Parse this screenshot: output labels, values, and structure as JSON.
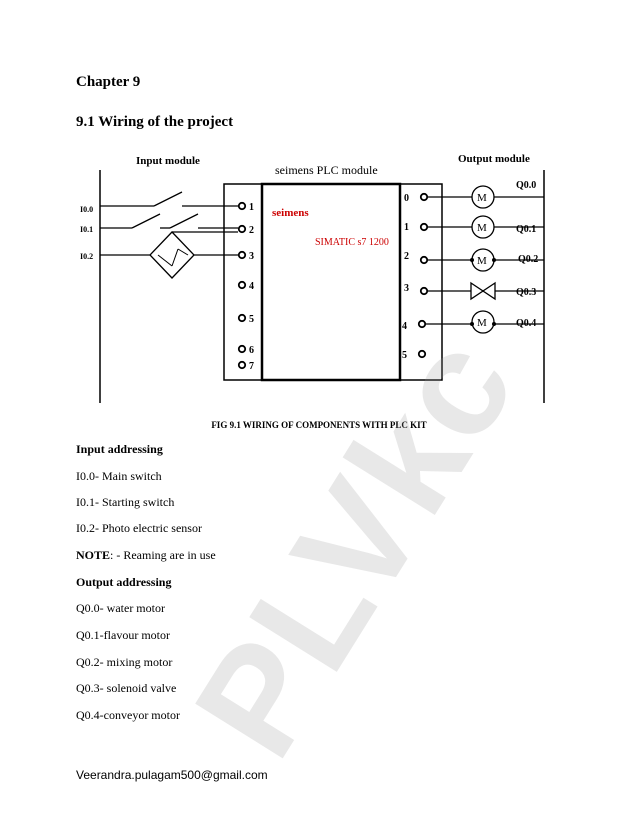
{
  "heading": {
    "chapter": "Chapter 9",
    "section": "9.1 Wiring of the project"
  },
  "diagram": {
    "input_module_label": "Input module",
    "plc_module_label": "seimens PLC module",
    "output_module_label": "Output module",
    "brand": "seimens",
    "model": "SIMATIC s7 1200",
    "input_addresses": [
      "I0.0",
      "I0.1",
      "I0.2"
    ],
    "input_terminals": [
      "1",
      "2",
      "3",
      "4",
      "5",
      "6",
      "7"
    ],
    "output_terminals": [
      "0",
      "1",
      "2",
      "3",
      "4",
      "5"
    ],
    "motor_symbol": "M",
    "output_addresses": [
      "Q0.0",
      "Q0.1",
      "Q0.2",
      "Q0.3",
      "Q0.4"
    ],
    "brand_color": "#cc0000"
  },
  "caption": "FIG 9.1 WIRING OF COMPONENTS WITH PLC KIT",
  "input_section": {
    "title": "Input addressing",
    "items": [
      "I0.0- Main switch",
      "I0.1- Starting switch",
      "I0.2- Photo electric sensor"
    ]
  },
  "note": {
    "label": "NOTE",
    "text": ": - Reaming are in use"
  },
  "output_section": {
    "title": "Output addressing",
    "items": [
      "Q0.0- water motor",
      "Q0.1-flavour motor",
      "Q0.2- mixing motor",
      "Q0.3- solenoid valve",
      "Q0.4-conveyor motor"
    ]
  },
  "footer": "Veerandra.pulagam500@gmail.com",
  "watermark": "PLVkc"
}
